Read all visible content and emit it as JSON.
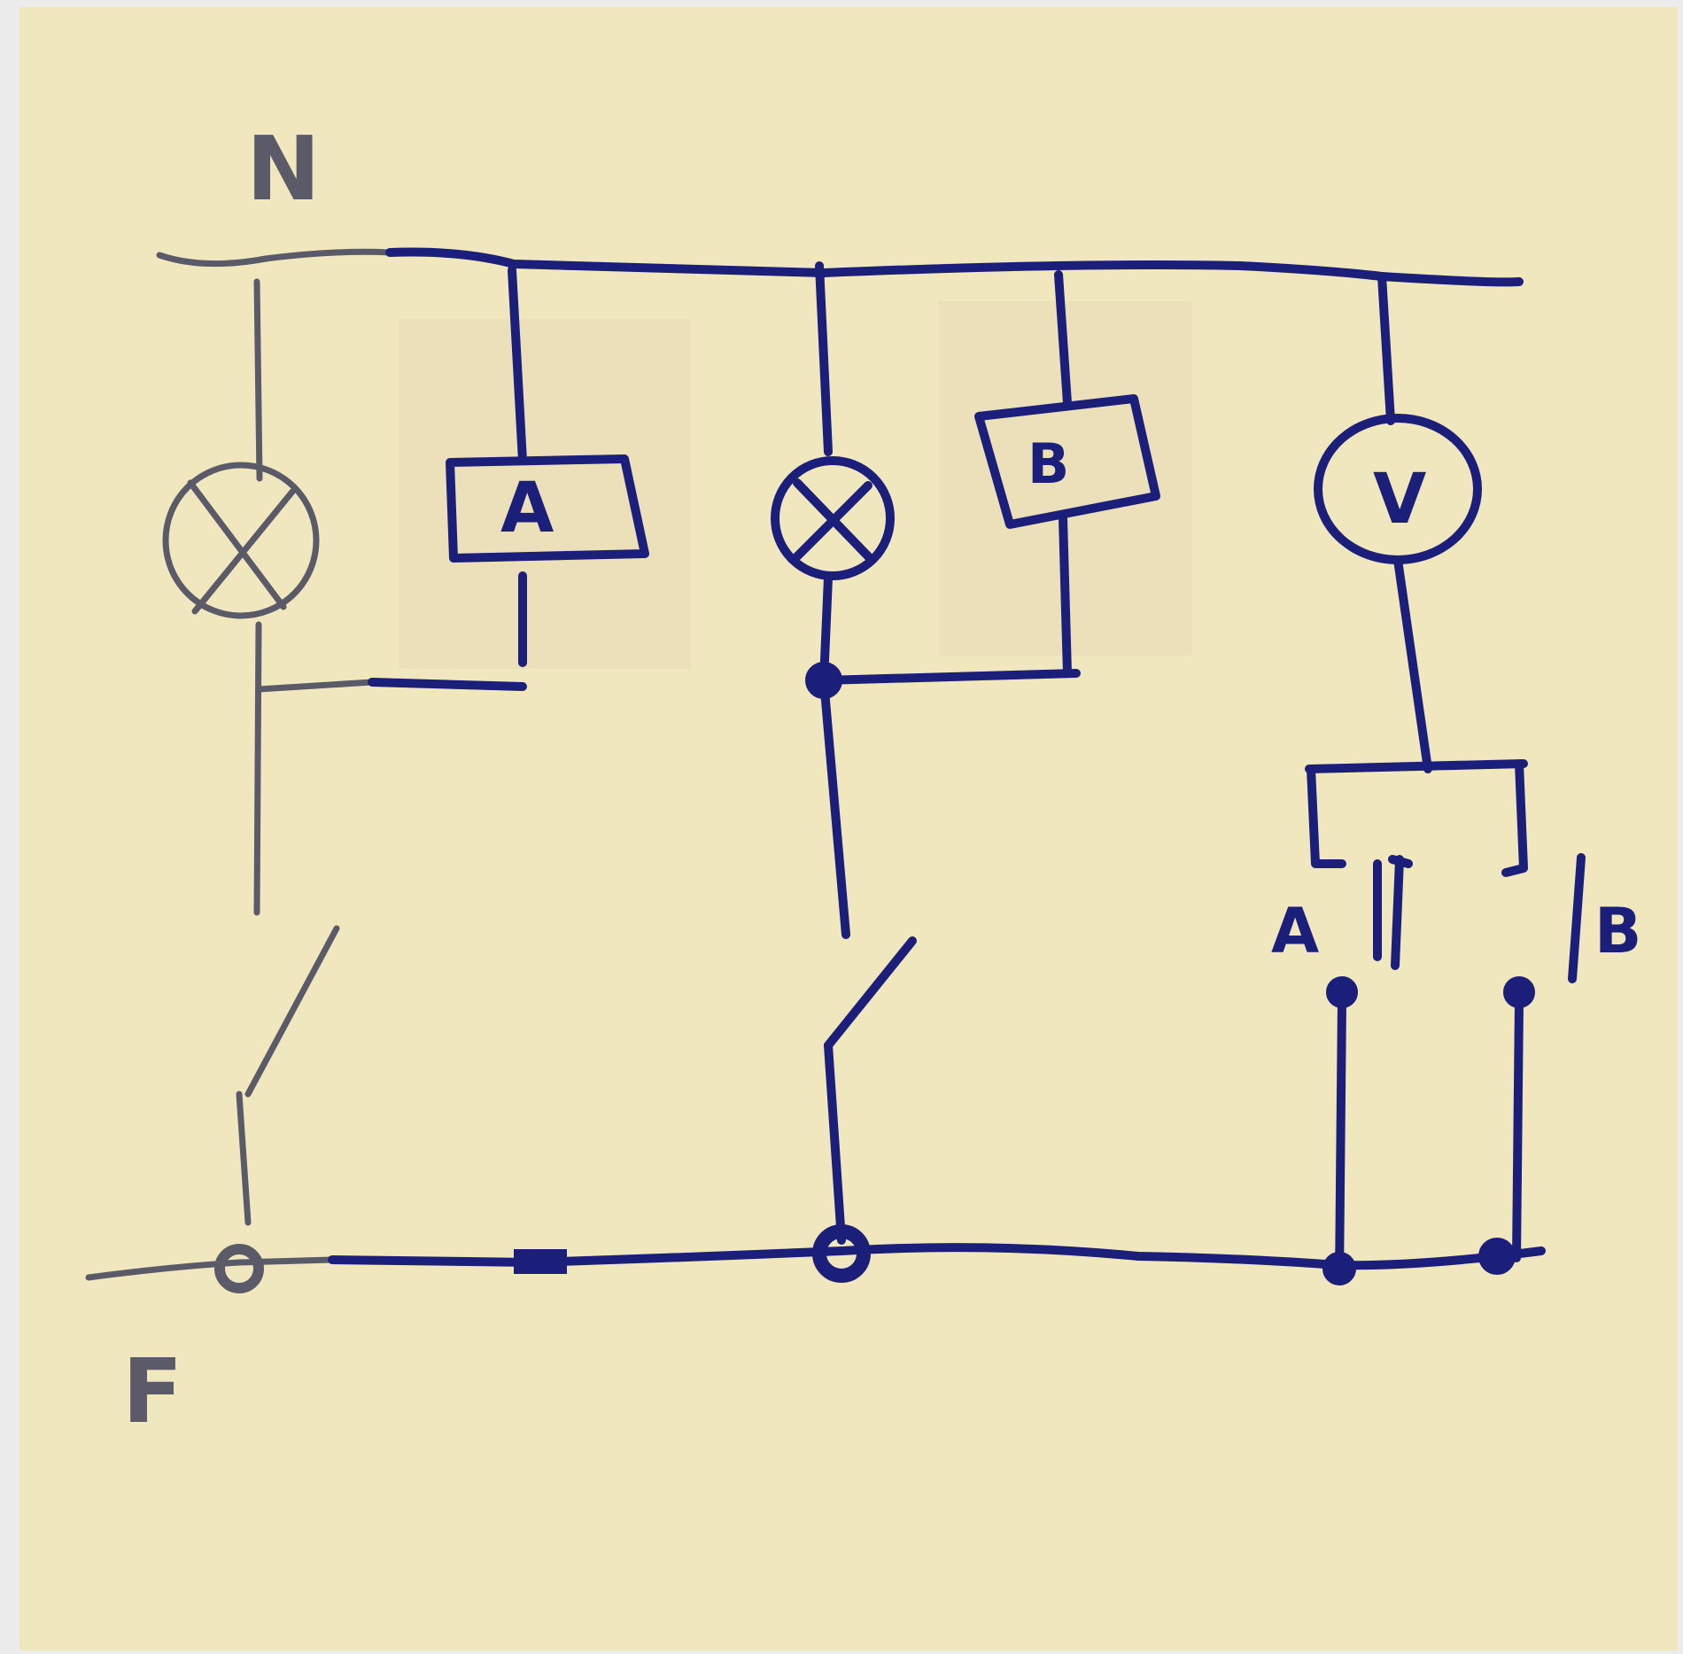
{
  "diagram": {
    "labels": {
      "neutral": "N",
      "phase": "F",
      "relay_a": "A",
      "relay_b": "B",
      "meter": "V",
      "contact_a": "A",
      "contact_b": "B"
    },
    "colors": {
      "paper": "#f1e7bf",
      "ink_blue": "#1b1f7a",
      "ink_grey": "#5a5a68",
      "background": "#ececec"
    }
  }
}
